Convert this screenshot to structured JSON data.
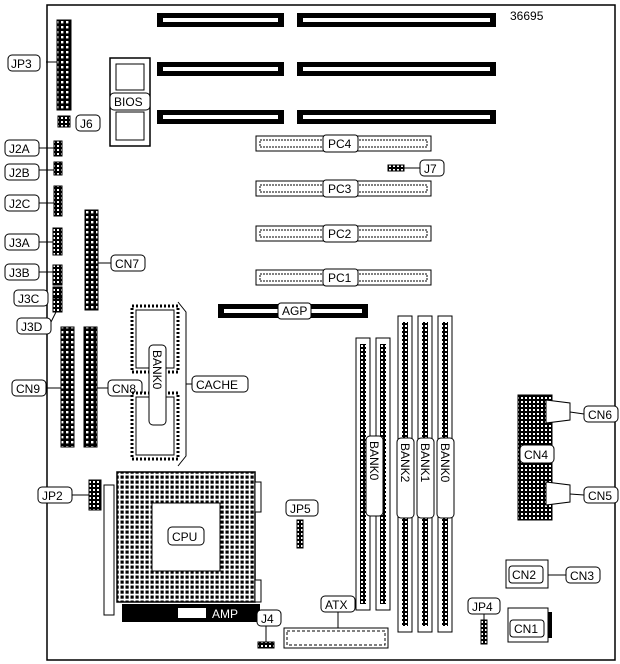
{
  "figure_id": "36695",
  "labels": {
    "jp3": "JP3",
    "bios": "BIOS",
    "j6": "J6",
    "j2a": "J2A",
    "j2b": "J2B",
    "j2c": "J2C",
    "j3a": "J3A",
    "j3b": "J3B",
    "j3c": "J3C",
    "j3d": "J3D",
    "cn7": "CN7",
    "cn8": "CN8",
    "cn9": "CN9",
    "pc4": "PC4",
    "pc3": "PC3",
    "pc2": "PC2",
    "pc1": "PC1",
    "j7": "J7",
    "agp": "AGP",
    "cache": "CACHE",
    "bank0_cache": "BANK0",
    "jp2": "JP2",
    "cpu": "CPU",
    "amp": "AMP",
    "jp5": "JP5",
    "j4": "J4",
    "atx": "ATX",
    "bank0_a": "BANK0",
    "bank2": "BANK2",
    "bank1": "BANK1",
    "bank0_b": "BANK0",
    "cn6": "CN6",
    "cn4": "CN4",
    "cn5": "CN5",
    "cn2": "CN2",
    "cn3": "CN3",
    "jp4": "JP4",
    "cn1": "CN1"
  }
}
